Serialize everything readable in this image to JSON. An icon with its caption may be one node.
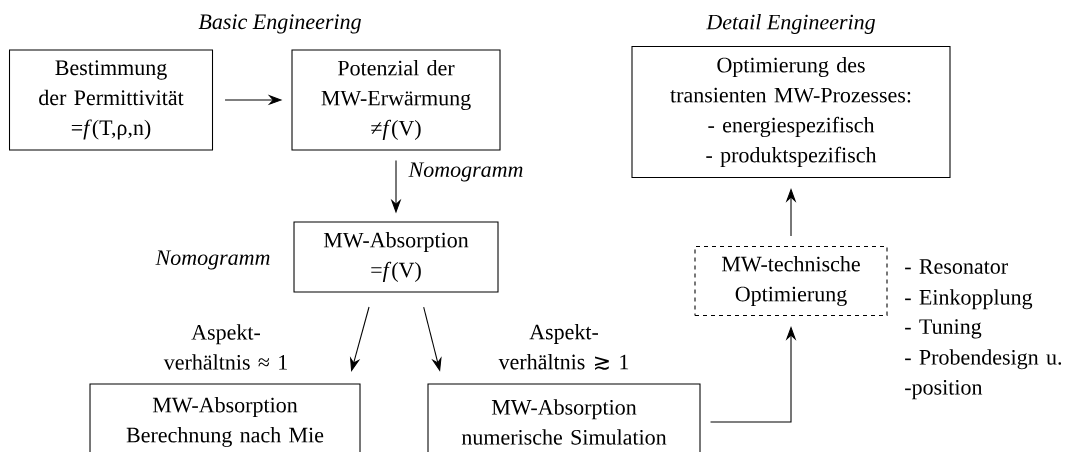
{
  "diagram": {
    "nodes": [
      {
        "text": [
          "Bestimmung der Permittivität",
          "=*f*(T,ρ,n)"
        ]
      },
      {
        "text": [
          "Potenzial der MW-Erwärmung",
          "≠*f*(V)"
        ]
      },
      {
        "text": [
          "MW-Absorption",
          "=*f*(V)"
        ]
      },
      {
        "text": [
          "MW-Absorption",
          "Berechnung nach Mie"
        ]
      },
      {
        "text": [
          "MW-Absorption",
          "numerische Simulation"
        ]
      },
      {
        "text": [
          "MW-technische Optimierung"
        ],
        "beside": [
          "- Resonator",
          "- Einkopplung",
          "- Tuning",
          "- Probendesign u. -position"
        ]
      },
      {
        "text": [
          "Optimierung des transienten MW-Prozesses:",
          "- energiespezifisch",
          "- produktspezifisch"
        ]
      }
    ],
    "edges": [
      {
        "from": 0,
        "to": 1,
        "arrow": "to"
      },
      {
        "from": 1,
        "to": 2,
        "arrow": "to",
        "label": "Nomogramm"
      },
      {
        "from": 2,
        "to": 3,
        "arrow": "to",
        "label": "Aspekt- verhältnis ≈ 1"
      },
      {
        "from": 2,
        "to": 4,
        "arrow": "to",
        "label": "Aspekt- verhältnis ≳ 1"
      },
      {
        "from": 4,
        "to": 5,
        "arrow": "to"
      },
      {
        "from": 5,
        "to": 6,
        "arrow": "to"
      }
    ],
    "labels": [
      "Basic Engineering",
      "Detail Engineering",
      "Nomogramm"
    ]
  }
}
